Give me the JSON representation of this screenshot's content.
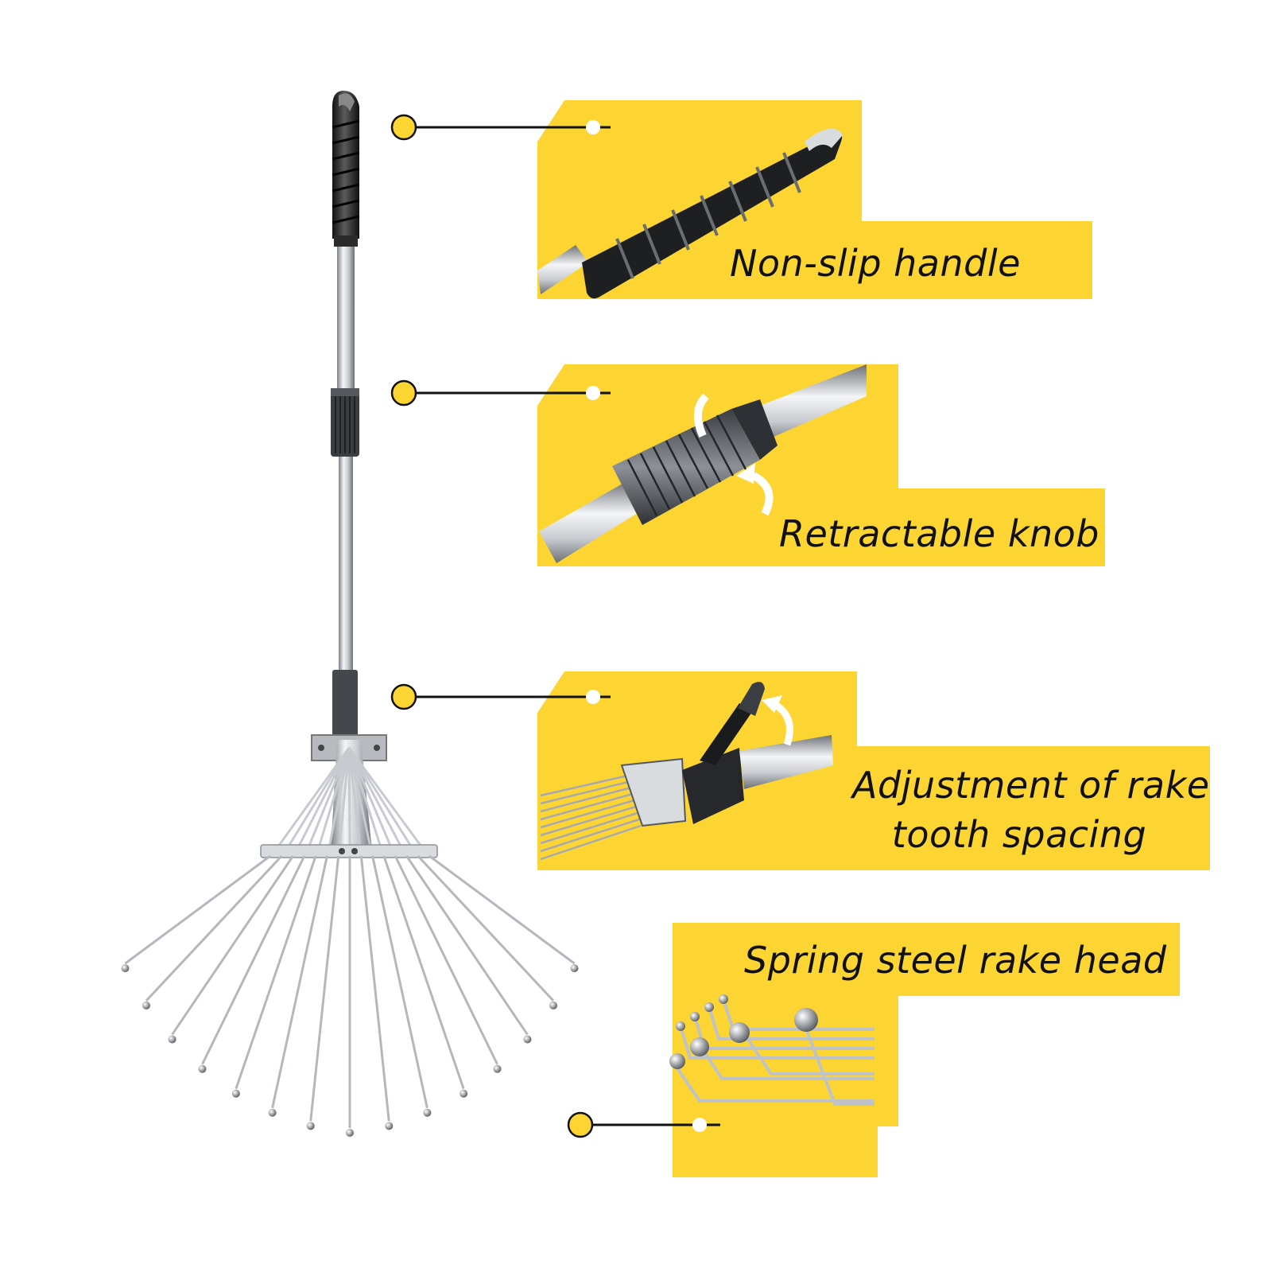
{
  "colors": {
    "accent_yellow": "#FCD533",
    "steel_light": "#E6E8EB",
    "steel_mid": "#A6AAB0",
    "steel_dark": "#55595E",
    "grip_black": "#222222",
    "line_black": "#111111",
    "background": "#FFFFFF"
  },
  "callouts": [
    {
      "id": "handle",
      "label": "Non-slip handle",
      "icon": "non-slip-handle-closeup"
    },
    {
      "id": "knob",
      "label": "Retractable knob",
      "icon": "retractable-knob-closeup"
    },
    {
      "id": "spacing",
      "label_line1": "Adjustment of rake",
      "label_line2": "tooth spacing",
      "icon": "tooth-spacing-lever-closeup"
    },
    {
      "id": "head",
      "label": "Spring steel rake head",
      "icon": "spring-steel-tines-closeup"
    }
  ]
}
